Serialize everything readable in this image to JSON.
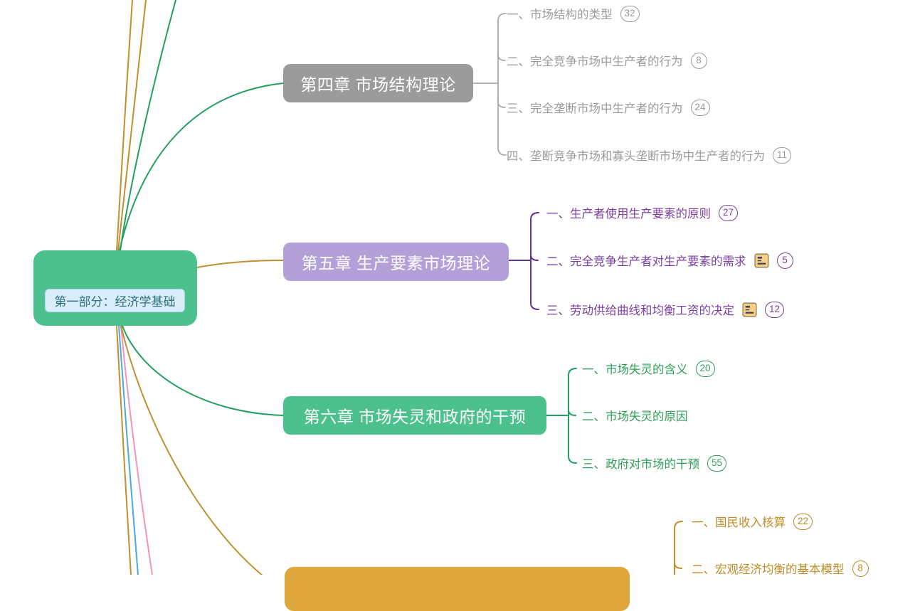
{
  "app": "mind-map-canvas",
  "root_topic": {
    "label": "第一部分：经济学基础"
  },
  "branches": [
    {
      "title": "第四章 市场结构理论",
      "children": [
        {
          "text": "一、市场结构的类型",
          "count": "32"
        },
        {
          "text": "二、完全竞争市场中生产者的行为",
          "count": "8"
        },
        {
          "text": "三、完全垄断市场中生产者的行为",
          "count": "24"
        },
        {
          "text": "四、垄断竞争市场和寡头垄断市场中生产者的行为",
          "count": "11"
        }
      ]
    },
    {
      "title": "第五章 生产要素市场理论",
      "children": [
        {
          "text": "一、生产者使用生产要素的原则",
          "count": "27"
        },
        {
          "text": "二、完全竞争生产者对生产要素的需求",
          "count": "5",
          "note_icon": "notes-icon"
        },
        {
          "text": "三、劳动供给曲线和均衡工资的决定",
          "count": "12",
          "note_icon": "notes-icon"
        }
      ]
    },
    {
      "title": "第六章 市场失灵和政府的干预",
      "children": [
        {
          "text": "一、市场失灵的含义",
          "count": "20"
        },
        {
          "text": "二、市场失灵的原因"
        },
        {
          "text": "三、政府对市场的干预",
          "count": "55"
        }
      ]
    },
    {
      "title": "",
      "children": [
        {
          "text": "一、国民收入核算",
          "count": "22"
        },
        {
          "text": "二、宏观经济均衡的基本模型",
          "count": "8"
        }
      ]
    }
  ],
  "palette": {
    "root_fill": "#4DC18D",
    "chapter4_fill": "#9B9B9B",
    "chapter5_fill": "#B3A0D9",
    "chapter6_fill": "#4DC18D",
    "chapter7_fill": "#DFA63C",
    "label_bg": "#D9EEF8",
    "label_text": "#2C6F80",
    "branch_green": "#23A05F",
    "branch_gold": "#C09030",
    "branch_blue": "#49AAE0",
    "branch_pink": "#F591BE",
    "branch_gray": "#ABABAB",
    "branch_purple": "#633097",
    "note_icon_fill": "#F6CE84"
  }
}
